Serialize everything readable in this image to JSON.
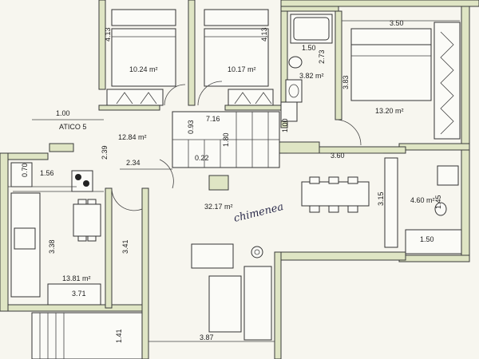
{
  "labels": {
    "atico": "ATICO 5",
    "chimenea": "chimenea"
  },
  "areas": {
    "bed1": "10.24 m²",
    "bed2": "10.17 m²",
    "bath1": "3.82 m²",
    "master": "13.20 m²",
    "hall": "12.84 m²",
    "living": "32.17 m²",
    "bath2": "4.60 m²",
    "kitchen": "13.81 m²"
  },
  "dims": {
    "d_413a": "4.13",
    "d_413b": "4.13",
    "d_150a": "1.50",
    "d_273": "2.73",
    "d_350": "3.50",
    "d_383": "3.83",
    "d_100a": "1.00",
    "d_093": "0.93",
    "d_716": "7.16",
    "d_100b": "1.00",
    "d_239": "2.39",
    "d_180": "1.80",
    "d_022": "0.22",
    "d_360": "3.60",
    "d_070": "0.70",
    "d_156": "1.56",
    "d_234": "2.34",
    "d_315": "3.15",
    "d_145": "1.45",
    "d_338": "3.38",
    "d_341": "3.41",
    "d_150b": "1.50",
    "d_371": "3.71",
    "d_141": "1.41",
    "d_387": "3.87"
  }
}
